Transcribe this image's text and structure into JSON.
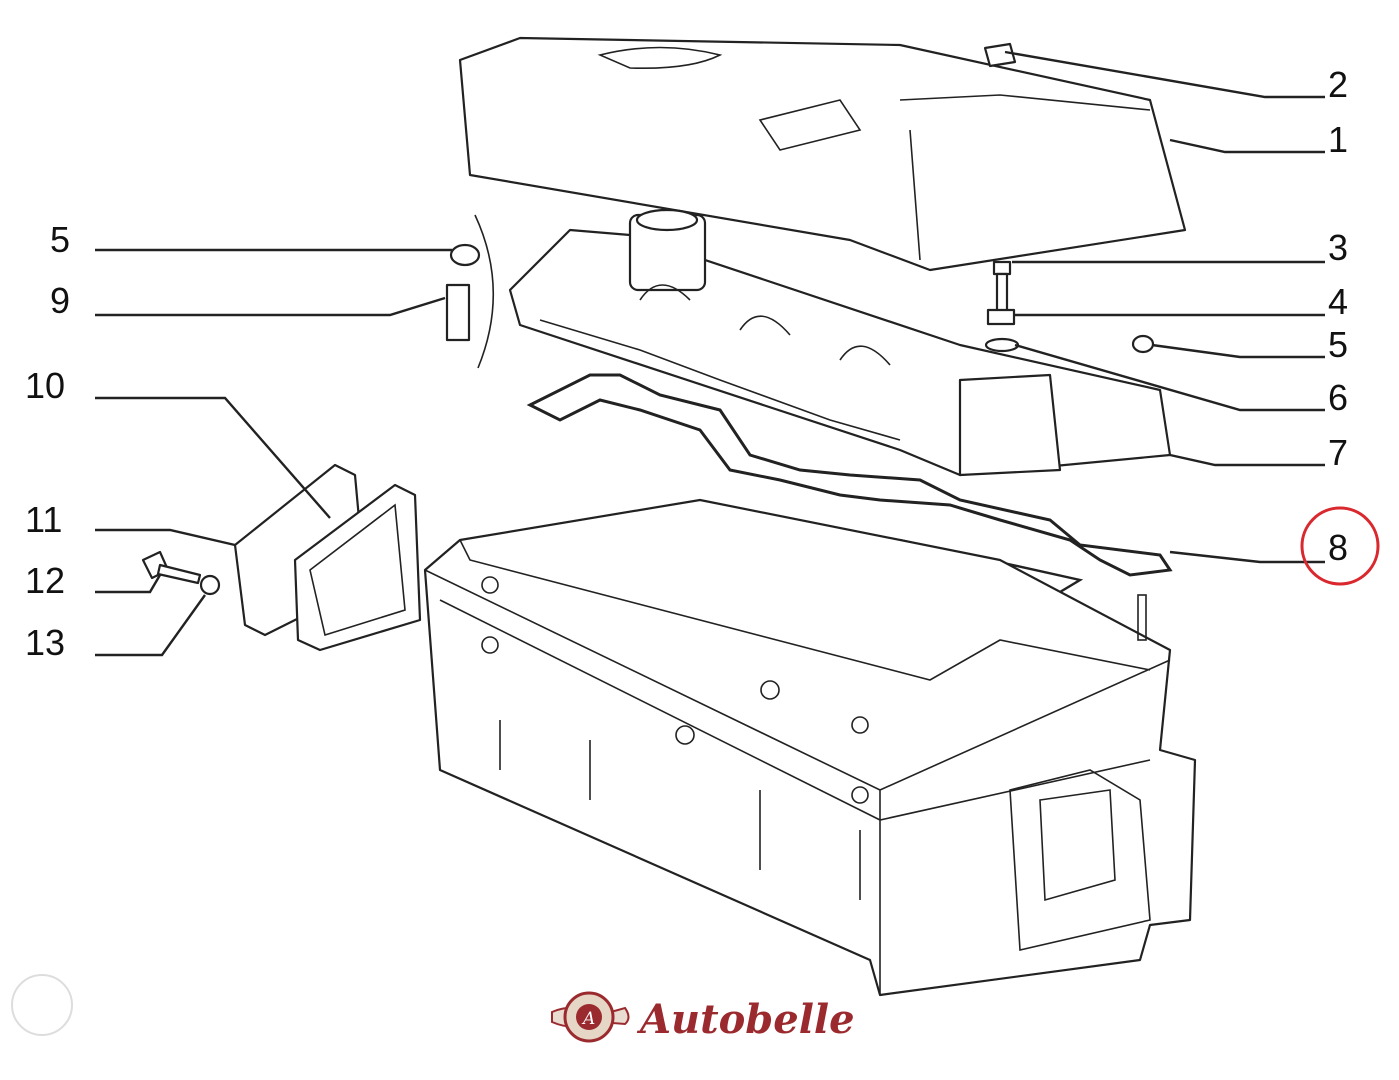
{
  "diagram": {
    "callouts_right": [
      "2",
      "1",
      "3",
      "4",
      "5",
      "6",
      "7",
      "8"
    ],
    "callouts_left": [
      "5",
      "9",
      "10",
      "11",
      "12",
      "13"
    ],
    "highlighted_callout": "8",
    "highlight_color": "#d9292f"
  },
  "logo": {
    "text": "Autobelle",
    "emblem_letter": "A",
    "color": "#9b2a2e"
  }
}
